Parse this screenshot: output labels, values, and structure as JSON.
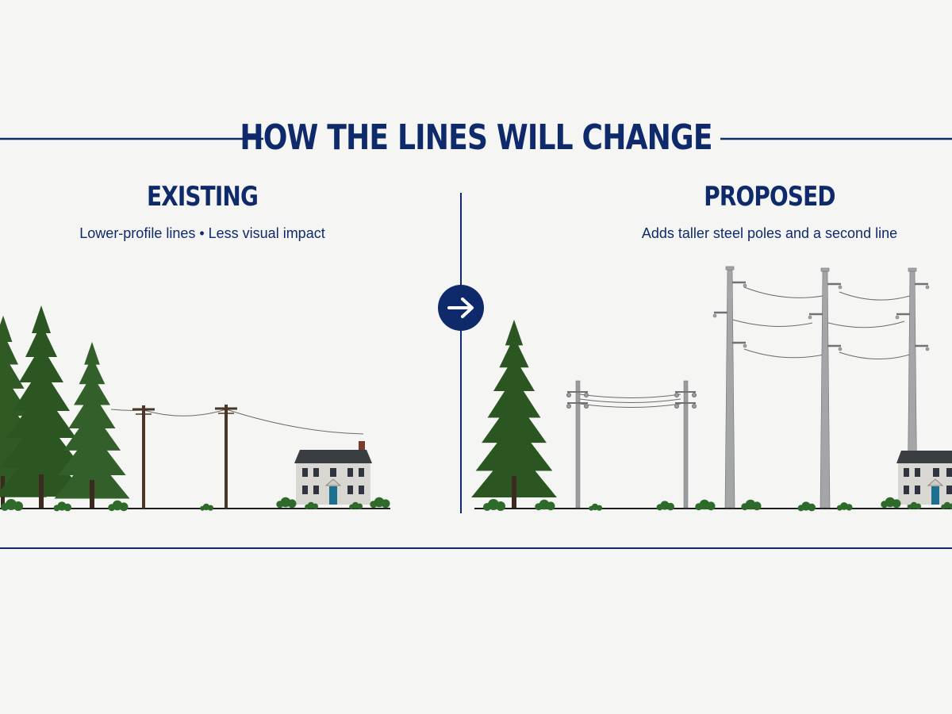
{
  "title": "HOW THE LINES WILL CHANGE",
  "existing": {
    "heading": "EXISTING",
    "subtitle": "Lower-profile lines • Less visual impact"
  },
  "proposed": {
    "heading": "PROPOSED",
    "subtitle": "Adds taller steel poles and a second line"
  },
  "colors": {
    "navy": "#0f2a6b",
    "background": "#f5f5f4",
    "tree": "#2f5a24",
    "wood_pole": "#4a3626",
    "steel_pole": "#9a9c9e",
    "house": "#d8d6d0",
    "door": "#1d6f8f"
  },
  "icons": {
    "transition": "arrow-right-icon"
  }
}
